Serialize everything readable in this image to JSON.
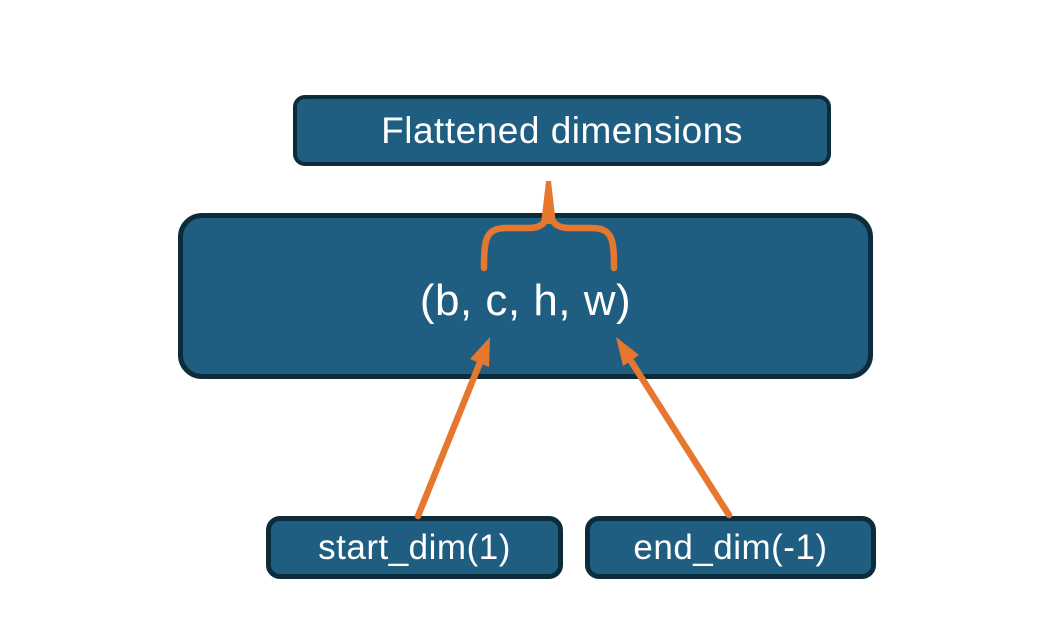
{
  "diagram": {
    "boxes": {
      "flattened": {
        "label": "Flattened dimensions"
      },
      "tensor": {
        "label": "(b, c, h, w)"
      },
      "start_dim": {
        "label": "start_dim(1)"
      },
      "end_dim": {
        "label": "end_dim(-1)"
      }
    },
    "connectors": {
      "brace": "curly-brace pointing up from (b, c, h, w) span to Flattened dimensions",
      "arrow_left": "arrow from start_dim(1) to dimension c",
      "arrow_right": "arrow from end_dim(-1) to dimension w"
    },
    "colors": {
      "box_fill": "#1f5e81",
      "box_border": "#0d2c3b",
      "connector_orange": "#e6772e",
      "text": "#ffffff",
      "background": "#ffffff"
    }
  }
}
